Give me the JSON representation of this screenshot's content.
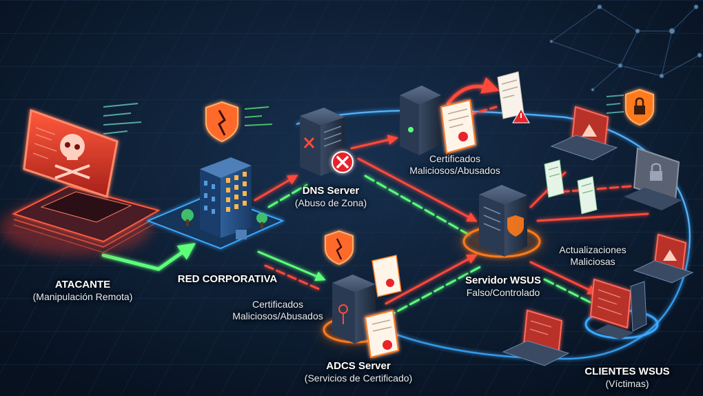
{
  "nodes": {
    "attacker": {
      "title": "ATACANTE",
      "subtitle": "(Manipulación Remota)"
    },
    "corp": {
      "title": "RED CORPORATIVA"
    },
    "dns": {
      "title": "DNS Server",
      "subtitle": "(Abuso de Zona)"
    },
    "certs_top": {
      "line1": "Certificados",
      "line2": "Maliciosos/Abusados"
    },
    "certs_left": {
      "line1": "Certificados",
      "line2": "Maliciosos/Abusados"
    },
    "adcs": {
      "title": "ADCS Server",
      "subtitle": "(Servicios de Certificado)"
    },
    "wsus": {
      "title": "Servidor WSUS",
      "subtitle": "Falso/Controlado"
    },
    "updates": {
      "line1": "Actualizaciones",
      "line2": "Maliciosas"
    },
    "clients": {
      "title": "CLIENTES WSUS",
      "subtitle": "(Víctimas)"
    }
  },
  "icons": {
    "attacker_screen": "skull-icon",
    "corp_badge": "broken-shield-icon",
    "dns_status": "error-x-icon",
    "wsus_badge": "shield-icon",
    "client_badge": "lock-shield-icon",
    "client_screen": "warning-icon"
  },
  "colors": {
    "background": "#0b1a2e",
    "threat_red": "#ff4a3a",
    "safe_green": "#5dff7a",
    "network_blue": "#3aa8ff",
    "highlight_orange": "#ff7a1a"
  }
}
